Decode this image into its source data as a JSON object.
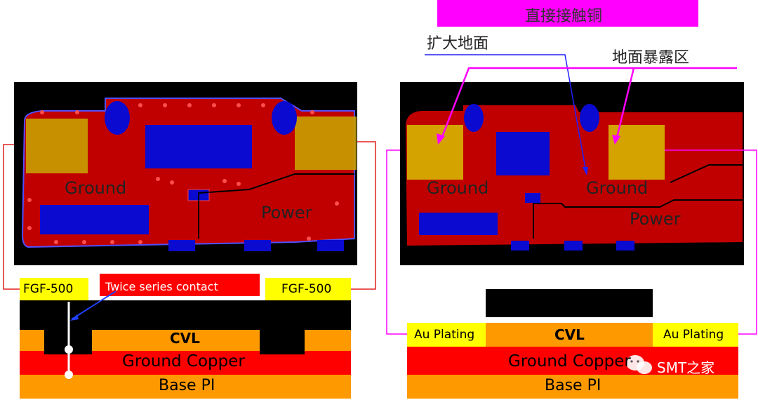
{
  "left_panel": {
    "pcb_labels": {
      "ground": "Ground",
      "power": "Power"
    },
    "stack": {
      "fgf_left": "FGF-500",
      "fgf_right": "FGF-500",
      "callout": "Twice series contact",
      "cvl": "CVL",
      "ground_copper": "Ground Copper",
      "base_pi": "Base PI"
    }
  },
  "right_panel": {
    "header": "直接接触铜",
    "annotations": {
      "expand_ground": "扩大地面",
      "ground_exposed": "地面暴露区"
    },
    "pcb_labels": {
      "ground_left": "Ground",
      "ground_right": "Ground",
      "power": "Power"
    },
    "stack": {
      "au_left": "Au Plating",
      "au_right": "Au Plating",
      "cvl": "CVL",
      "ground_copper": "Ground Copper",
      "base_pi": "Base PI"
    }
  },
  "watermark": {
    "text": "SMT之家",
    "icon": "wechat-icon"
  },
  "colors": {
    "board": "#c00000",
    "magenta": "#ff00ff",
    "pad_blue": "#0a0ad0",
    "gold": "#d4a300",
    "orange": "#ff9900",
    "red_layer": "#ff0000",
    "yellow": "#ffff00"
  }
}
